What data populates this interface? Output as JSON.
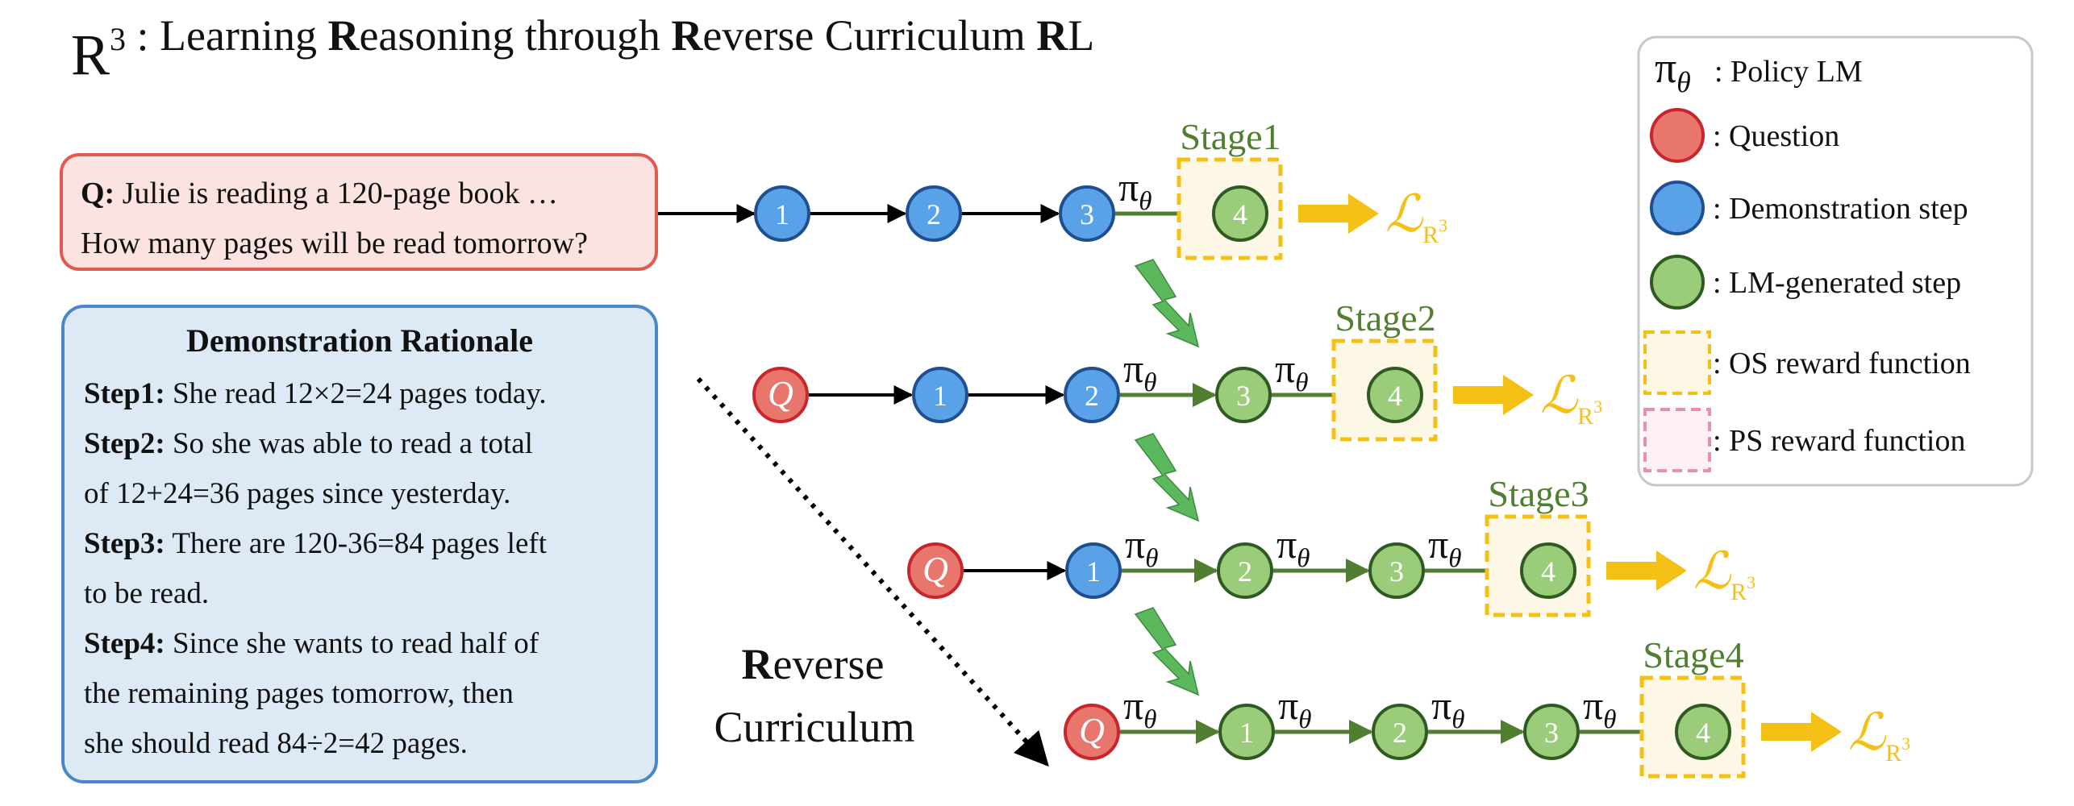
{
  "title": {
    "r_letter": "R",
    "r_exp": "3",
    "rest": [
      {
        "t": ": Learning ",
        "b": false
      },
      {
        "t": "R",
        "b": true
      },
      {
        "t": "easoning through ",
        "b": false
      },
      {
        "t": "R",
        "b": true
      },
      {
        "t": "everse Curriculum ",
        "b": false
      },
      {
        "t": "R",
        "b": true
      },
      {
        "t": "L",
        "b": false
      }
    ]
  },
  "question": {
    "prefix": "Q:",
    "line1": " Julie is reading a 120-page book …",
    "line2": "How many pages will be read tomorrow?"
  },
  "rationale": {
    "title": "Demonstration Rationale",
    "lines": [
      {
        "b": "Step1:",
        "t": " She read 12×2=24 pages today."
      },
      {
        "b": "Step2:",
        "t": " So she was able to read a total"
      },
      {
        "b": "",
        "t": "of 12+24=36 pages since yesterday."
      },
      {
        "b": "Step3:",
        "t": " There are 120-36=84 pages left"
      },
      {
        "b": "",
        "t": "to be read."
      },
      {
        "b": "Step4:",
        "t": " Since she wants to read half of"
      },
      {
        "b": "",
        "t": "the remaining pages tomorrow, then"
      },
      {
        "b": "",
        "t": "she should read 84÷2=42 pages."
      }
    ]
  },
  "reverse": {
    "line1_bold": "R",
    "line1_rest": "everse",
    "line2": "Curriculum"
  },
  "stages": [
    {
      "label": "Stage1",
      "nodes": [
        {
          "t": "1",
          "k": "demo"
        },
        {
          "t": "2",
          "k": "demo"
        },
        {
          "t": "3",
          "k": "demo"
        },
        {
          "t": "4",
          "k": "gen"
        }
      ]
    },
    {
      "label": "Stage2",
      "nodes": [
        {
          "t": "Q",
          "k": "q"
        },
        {
          "t": "1",
          "k": "demo"
        },
        {
          "t": "2",
          "k": "demo"
        },
        {
          "t": "3",
          "k": "gen"
        },
        {
          "t": "4",
          "k": "gen"
        }
      ]
    },
    {
      "label": "Stage3",
      "nodes": [
        {
          "t": "Q",
          "k": "q"
        },
        {
          "t": "1",
          "k": "demo"
        },
        {
          "t": "2",
          "k": "gen"
        },
        {
          "t": "3",
          "k": "gen"
        },
        {
          "t": "4",
          "k": "gen"
        }
      ]
    },
    {
      "label": "Stage4",
      "nodes": [
        {
          "t": "Q",
          "k": "q"
        },
        {
          "t": "1",
          "k": "gen"
        },
        {
          "t": "2",
          "k": "gen"
        },
        {
          "t": "3",
          "k": "gen"
        },
        {
          "t": "4",
          "k": "gen"
        }
      ]
    }
  ],
  "policy": {
    "pi": "π",
    "theta": "θ"
  },
  "loss": {
    "L": "ℒ",
    "sub_r": "R",
    "sub_exp": "3"
  },
  "legend": [
    {
      "kind": "pi",
      "label": ": Policy LM"
    },
    {
      "kind": "q",
      "label": ": Question"
    },
    {
      "kind": "demo",
      "label": ": Demonstration step"
    },
    {
      "kind": "gen",
      "label": ": LM-generated step"
    },
    {
      "kind": "os",
      "label": ": OS reward function"
    },
    {
      "kind": "ps",
      "label": ": PS reward function"
    }
  ],
  "colors": {
    "q_fill": "#e8766c",
    "q_stroke": "#c9262c",
    "demo_fill": "#5aa2e8",
    "demo_stroke": "#1f4f8f",
    "gen_fill": "#9bcc7a",
    "gen_stroke": "#2f5a22",
    "green_arrow": "#4f7f2f",
    "stage_text": "#4f7f2f",
    "gold": "#f5c016",
    "os_fill": "#fdf8e6",
    "ps_stroke": "#e68fb3",
    "ps_fill": "#fdf0f5",
    "question_bg": "#fbe3e1",
    "question_border": "#e05a50",
    "rationale_bg": "#ddeaf6",
    "rationale_border": "#4a86c9"
  }
}
